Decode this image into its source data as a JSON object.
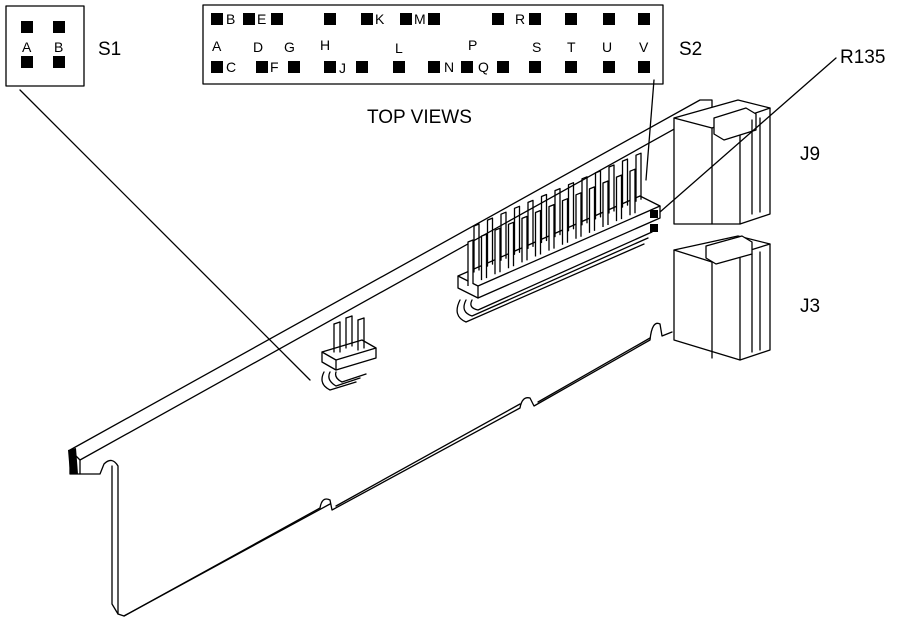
{
  "s1": {
    "label": "S1",
    "pins": [
      "A",
      "B"
    ]
  },
  "s2": {
    "label": "S2",
    "pins_top": [
      "B",
      "E",
      "K",
      "M",
      "R"
    ],
    "pins_mid": [
      "A",
      "D",
      "G",
      "H",
      "L",
      "P",
      "S",
      "T",
      "U",
      "V"
    ],
    "pins_bottom": [
      "C",
      "F",
      "J",
      "N",
      "Q"
    ]
  },
  "caption": "TOP VIEWS",
  "callouts": {
    "r135": "R135",
    "j9": "J9",
    "j3": "J3"
  },
  "colors": {
    "line": "#000000",
    "background": "#ffffff"
  }
}
